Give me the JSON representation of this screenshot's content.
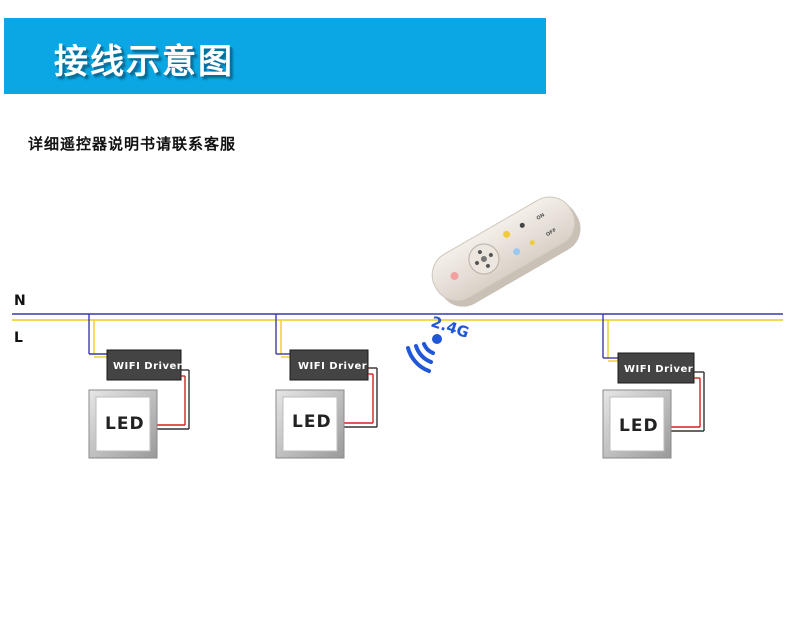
{
  "header": {
    "title": "接线示意图",
    "bg_color": "#0aa7e4"
  },
  "note": "详细遥控器说明书请联系客服",
  "lines": {
    "neutral_label": "N",
    "live_label": "L",
    "neutral_color": "#3a3aa6",
    "live_color": "#f2d23a"
  },
  "signal": {
    "label": "2.4G",
    "color": "#1f57d6"
  },
  "units": [
    {
      "driver_label": "WIFI Driver",
      "lamp_label": "LED"
    },
    {
      "driver_label": "WIFI Driver",
      "lamp_label": "LED"
    },
    {
      "driver_label": "WIFI Driver",
      "lamp_label": "LED"
    }
  ],
  "remote": {
    "button_labels": [
      "ON",
      "OFF"
    ]
  }
}
